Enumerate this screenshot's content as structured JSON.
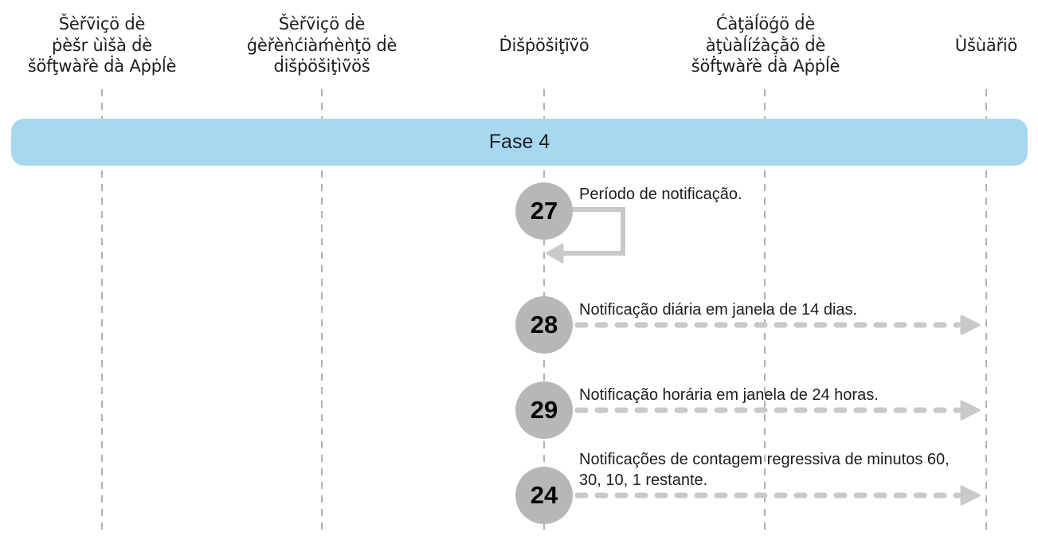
{
  "diagram": {
    "phase_label": "Fase 4",
    "colors": {
      "phase_bar": "#a6d9ef",
      "step_circle": "#b7b7b7",
      "arrow": "#c9c9c9",
      "lifeline": "#b1b1b1",
      "text": "#1d1d1f"
    },
    "lanes": [
      {
        "id": "apple-software-lookup-service",
        "label": "Šèřṽiçö ḋè\nṗèšr ùìšà ḋè\nšöḟţwàřè ḋà Aṗṗĺè"
      },
      {
        "id": "device-management-service",
        "label": "Šèřṽiçö ḋè\nǵèřèǹćiàḿèǹţö ḋè\nḋišṗöšiţìṽöš"
      },
      {
        "id": "device",
        "label": "Ḋišṗöšiţĩṽö"
      },
      {
        "id": "apple-software-update-catalog",
        "label": "Ćàţäĺöǵö ḋè\nàţùàĺíźàçằö ḋè\nšöḟţwàřè ḋà Aṗṗĺè"
      },
      {
        "id": "user",
        "label": "Ùšùäřiö"
      }
    ],
    "steps": [
      {
        "number": "27",
        "label": "Período de notificação.",
        "arrow": "self-loop-on-device"
      },
      {
        "number": "28",
        "label": "Notificação diária em janela de 14 dias.",
        "arrow": "dashed-device-to-user"
      },
      {
        "number": "29",
        "label": "Notificação horária em janela de 24 horas.",
        "arrow": "dashed-device-to-user"
      },
      {
        "number": "24",
        "label": "Notificações de contagem regressiva de minutos 60,\n30, 10, 1 restante.",
        "arrow": "dashed-device-to-user"
      }
    ]
  }
}
